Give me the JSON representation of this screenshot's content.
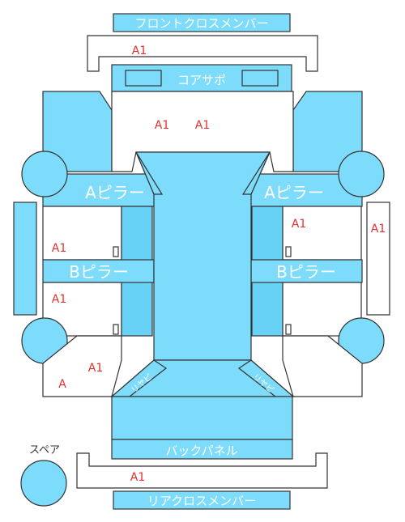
{
  "labels": {
    "front_cross_member": "フロントクロスメンバー",
    "core_support": "コアサポ",
    "a_pillar_left": "Aピラー",
    "a_pillar_right": "Aピラー",
    "b_pillar_left": "Bピラー",
    "b_pillar_right": "Bピラー",
    "back_panel": "バックパネル",
    "rear_cross_member": "リアクロスメンバー",
    "spare": "スペア",
    "rear_corner_left": "リヤピ",
    "rear_corner_right": "リヤピ"
  },
  "marks": {
    "front_cross": "A1",
    "front_left": "A1",
    "front_right": "A1",
    "right_pillar_front": "A1",
    "right_outer_panel": "A1",
    "left_door_front": "A1",
    "left_door_rear": "A1",
    "rear_quarter_left": "A1",
    "rear_quarter_left_low": "A",
    "rear_cross": "A1"
  },
  "colors": {
    "panel": "#7ddcfb",
    "panel_dark": "#67d2f5",
    "line": "#333333",
    "label": "#ffffff",
    "mark": "#e53030"
  }
}
